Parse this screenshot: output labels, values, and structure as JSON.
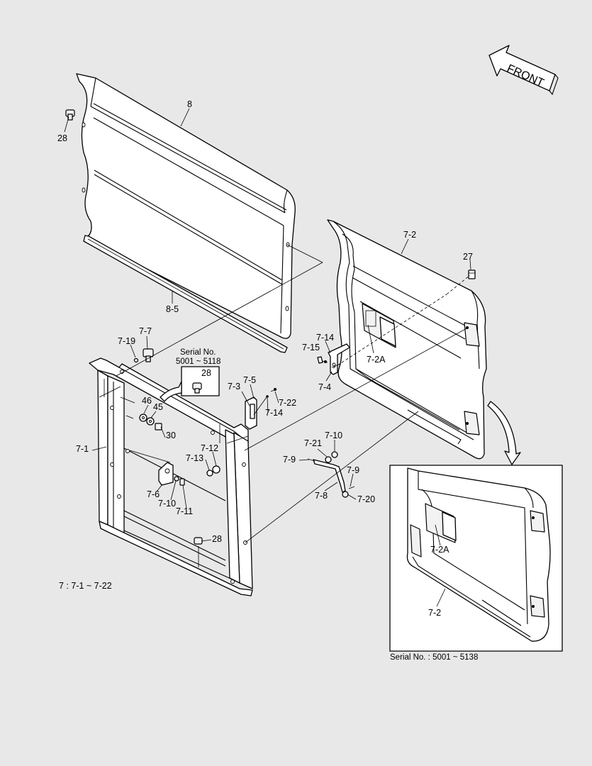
{
  "callouts": {
    "c8": "8",
    "c28_top": "28",
    "c8_5": "8-5",
    "c7_2": "7-2",
    "c27": "27",
    "c7_14_top": "7-14",
    "c7_15": "7-15",
    "c7_2A": "7-2A",
    "c7_4": "7-4",
    "c7_7": "7-7",
    "c7_19": "7-19",
    "c7_3": "7-3",
    "c7_5": "7-5",
    "c7_22": "7-22",
    "c7_14_mid": "7-14",
    "c46": "46",
    "c45": "45",
    "c30": "30",
    "c7_1": "7-1",
    "c7_12": "7-12",
    "c7_13": "7-13",
    "c7_6": "7-6",
    "c7_10_left": "7-10",
    "c7_11": "7-11",
    "c28_bottom": "28",
    "c7_10_right": "7-10",
    "c7_21": "7-21",
    "c7_9_left": "7-9",
    "c7_9_right": "7-9",
    "c7_8": "7-8",
    "c7_20": "7-20",
    "c28_box": "28",
    "c7_2A_inset": "7-2A",
    "c7_2_inset": "7-2"
  },
  "serial_box": {
    "line1": "Serial No.",
    "line2": "5001 ~ 5118"
  },
  "front_arrow": "FRONT",
  "legend_note": "7  : 7-1 ~ 7-22",
  "inset_caption": "Serial No. : 5001 ~ 5138"
}
